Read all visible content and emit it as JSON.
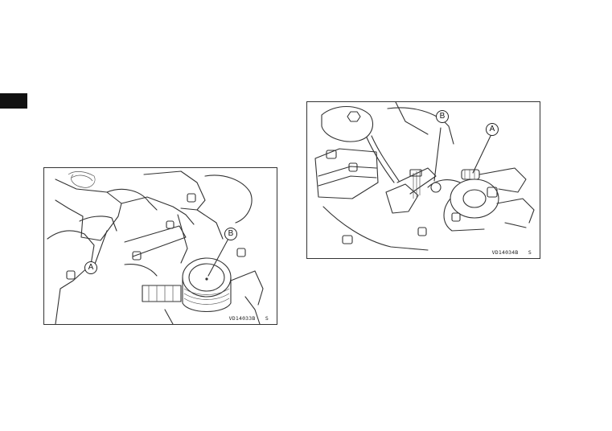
{
  "figures": [
    {
      "code": "VD14033B",
      "suffix": "S",
      "callouts": {
        "a": "A",
        "b": "B"
      }
    },
    {
      "code": "VD14034B",
      "suffix": "S",
      "callouts": {
        "a": "A",
        "b": "B"
      }
    }
  ],
  "colors": {
    "tab": "#111111",
    "line": "#333333"
  }
}
